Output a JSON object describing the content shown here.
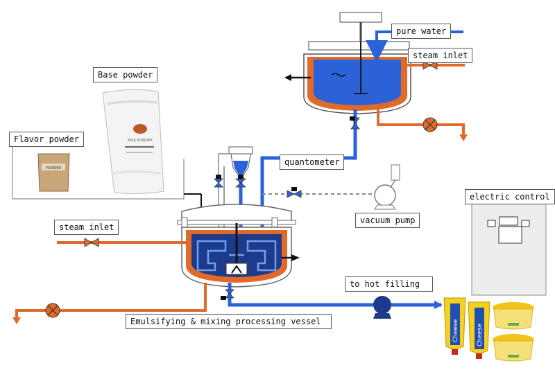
{
  "labels": {
    "pure_water": "pure water",
    "steam_inlet_top": "steam inlet",
    "base_powder": "Base powder",
    "flavor_powder": "Flavor powder",
    "quantometer": "quantometer",
    "steam_inlet_left": "steam inlet",
    "vacuum_pump": "vacuum pump",
    "electric_control": "electric control",
    "to_hot_filling": "to hot filling",
    "vessel": "Emulsifying & mixing processing vessel"
  },
  "product_text": {
    "tube_brand": "Cheese",
    "flavor_bag_mark": "POWDER",
    "base_bag_mark": "MILK POWDER"
  },
  "colors": {
    "water": "#2b62d8",
    "steam": "#e06a2a",
    "product": "#1e3a8a",
    "tube_yellow": "#f5d020",
    "tube_blue": "#1f4fb0",
    "tube_red": "#c8281e"
  }
}
